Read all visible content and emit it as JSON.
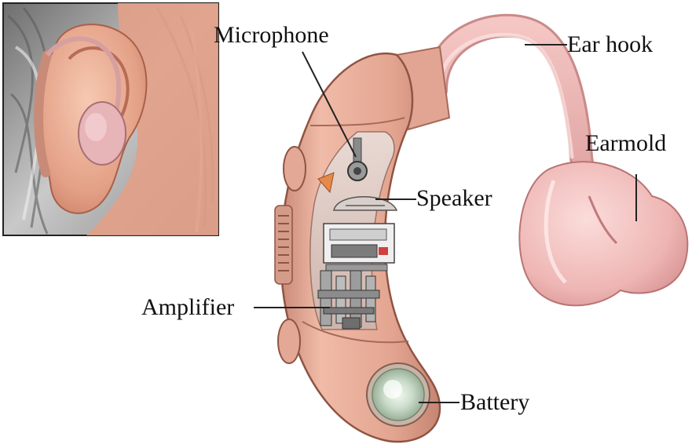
{
  "labels": {
    "microphone": "Microphone",
    "ear_hook": "Ear hook",
    "earmold": "Earmold",
    "speaker": "Speaker",
    "amplifier": "Amplifier",
    "battery": "Battery"
  },
  "colors": {
    "skin": "#e8a890",
    "device_shell": "#e6ab98",
    "tube": "#eab0b0",
    "earmold": "#f2c2c0",
    "hair": "#9a9a9a",
    "leader_line": "#222222"
  }
}
